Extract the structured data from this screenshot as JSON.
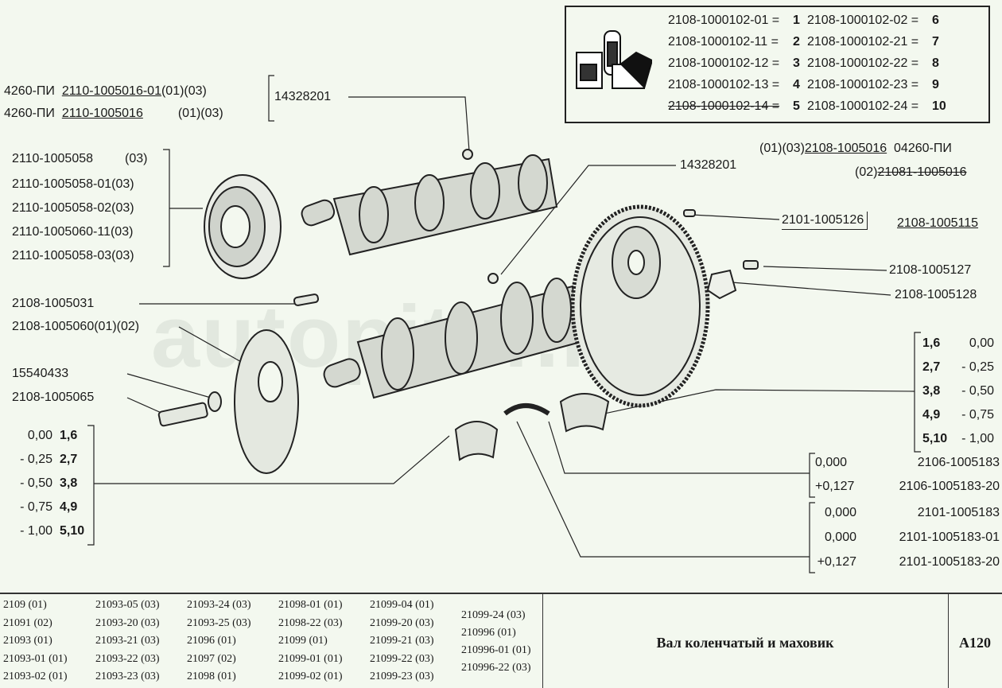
{
  "watermark": "autopiter.ru",
  "legend": {
    "rows": [
      {
        "left": "2108-1000102-01 =",
        "ln": "1",
        "right": "2108-1000102-02 =",
        "rn": "6"
      },
      {
        "left": "2108-1000102-11 =",
        "ln": "2",
        "right": "2108-1000102-21 =",
        "rn": "7"
      },
      {
        "left": "2108-1000102-12 =",
        "ln": "3",
        "right": "2108-1000102-22 =",
        "rn": "8"
      },
      {
        "left": "2108-1000102-13 =",
        "ln": "4",
        "right": "2108-1000102-23 =",
        "rn": "9"
      },
      {
        "left": "2108-1000102-14 =",
        "ln": "5",
        "right": "2108-1000102-24 =",
        "rn": "10"
      }
    ]
  },
  "labels": {
    "top_a_prefix": "4260-ПИ",
    "top_a_part": "2110-1005016-01",
    "top_a_suffix": "(01)(03)",
    "top_b_prefix": "4260-ПИ",
    "top_b_part": "2110-1005016",
    "top_b_suffix": "(01)(03)",
    "bolt_top": "14328201",
    "pulley": [
      "2110-1005058",
      "2110-1005058-01(03)",
      "2110-1005058-02(03)",
      "2110-1005060-11(03)",
      "2110-1005058-03(03)"
    ],
    "pulley_first_suffix": "(03)",
    "key": "2108-1005031",
    "gear": "2108-1005060(01)(02)",
    "washer": "15540433",
    "bolt": "2108-1005065",
    "plug_right": "14328201",
    "flywheel_a_prefix": "(01)(03)",
    "flywheel_a": "2108-1005016",
    "flywheel_a_suffix": "04260-ПИ",
    "flywheel_b_prefix": "(02)",
    "flywheel_b": "21081-1005016",
    "pin": "2101-1005126",
    "ring": "2108-1005115",
    "flybolt": "2108-1005127",
    "plate": "2108-1005128"
  },
  "left_table": [
    {
      "size": "0,00",
      "code": "1,6"
    },
    {
      "size": "- 0,25",
      "code": "2,7"
    },
    {
      "size": "- 0,50",
      "code": "3,8"
    },
    {
      "size": "- 0,75",
      "code": "4,9"
    },
    {
      "size": "- 1,00",
      "code": "5,10"
    }
  ],
  "right_table": [
    {
      "code": "1,6",
      "size": "0,00"
    },
    {
      "code": "2,7",
      "size": "- 0,25"
    },
    {
      "code": "3,8",
      "size": "- 0,50"
    },
    {
      "code": "4,9",
      "size": "- 0,75"
    },
    {
      "code": "5,10",
      "size": "- 1,00"
    }
  ],
  "thrust_a": [
    {
      "size": "0,000",
      "part": "2106-1005183"
    },
    {
      "size": "+0,127",
      "part": "2106-1005183-20"
    }
  ],
  "thrust_b": [
    {
      "size": "0,000",
      "part": "2101-1005183"
    },
    {
      "size": "0,000",
      "part": "2101-1005183-01"
    },
    {
      "size": "+0,127",
      "part": "2101-1005183-20"
    }
  ],
  "models": [
    [
      "2109 (01)",
      "21091 (02)",
      "21093 (01)",
      "21093-01 (01)",
      "21093-02 (01)"
    ],
    [
      "21093-05 (03)",
      "21093-20 (03)",
      "21093-21 (03)",
      "21093-22 (03)",
      "21093-23 (03)"
    ],
    [
      "21093-24 (03)",
      "21093-25 (03)",
      "21096 (01)",
      "21097 (02)",
      "21098 (01)"
    ],
    [
      "21098-01 (01)",
      "21098-22 (03)",
      "21099 (01)",
      "21099-01 (01)",
      "21099-02 (01)"
    ],
    [
      "21099-04 (01)",
      "21099-20 (03)",
      "21099-21 (03)",
      "21099-22 (03)",
      "21099-23 (03)"
    ],
    [
      "21099-24 (03)",
      "210996 (01)",
      "210996-01 (01)",
      "210996-22 (03)"
    ]
  ],
  "title": "Вал коленчатый и маховик",
  "code": "A120"
}
